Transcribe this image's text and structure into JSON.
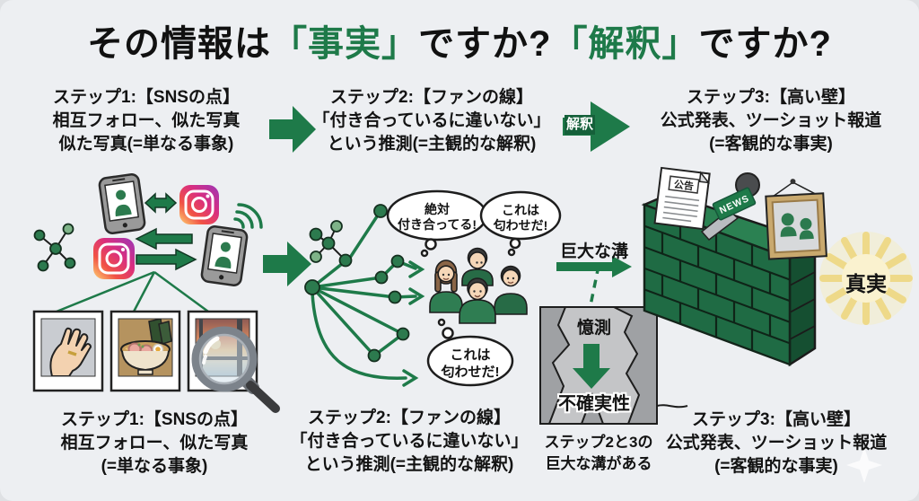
{
  "title": {
    "part1": "その情報は",
    "fact": "「事実」",
    "q1": "ですか?",
    "interp": "「解釈」",
    "q2": "ですか?"
  },
  "steps_top": {
    "step1": {
      "l1": "ステップ1:【SNSの点】",
      "l2": "相互フォロー、似た写真",
      "l3": "似た写真(=単なる事象)"
    },
    "step2": {
      "l1": "ステップ2:【ファンの線】",
      "l2": "「付き合っているに違いない」",
      "l3": "という推測(=主観的な解釈)"
    },
    "arrow_label": "解釈",
    "step3": {
      "l1": "ステップ3:【高い壁】",
      "l2": "公式発表、ツーショット報道",
      "l3": "(=客観的な事実)"
    }
  },
  "steps_bottom": {
    "step1": {
      "l1": "ステップ1:【SNSの点】",
      "l2": "相互フォロー、似た写真",
      "l3": "(=単なる事象)"
    },
    "step2": {
      "l1": "ステップ2:【ファンの線】",
      "l2": "「付き合っているに違いない」",
      "l3": "という推測(=主観的な解釈)"
    },
    "gap_note": {
      "l1": "ステップ2と3の",
      "l2": "巨大な溝がある"
    },
    "step3": {
      "l1": "ステップ3:【高い壁】",
      "l2": "公式発表、ツーショット報道",
      "l3": "(=客観的な事実)"
    }
  },
  "bubbles": {
    "b1": {
      "l1": "絶対",
      "l2": "付き合ってる!"
    },
    "b2": {
      "l1": "これは",
      "l2": "匂わせだ!"
    },
    "b3": {
      "l1": "これは",
      "l2": "匂わせだ!"
    }
  },
  "labels": {
    "gap": "巨大な溝",
    "speculation": "憶測",
    "uncertainty": "不確実性",
    "truth": "真実",
    "notice": "公告",
    "news": "NEWS"
  },
  "colors": {
    "green": "#1e7a49",
    "wall_green": "#1f6b44",
    "sun_yellow": "#eed989"
  }
}
